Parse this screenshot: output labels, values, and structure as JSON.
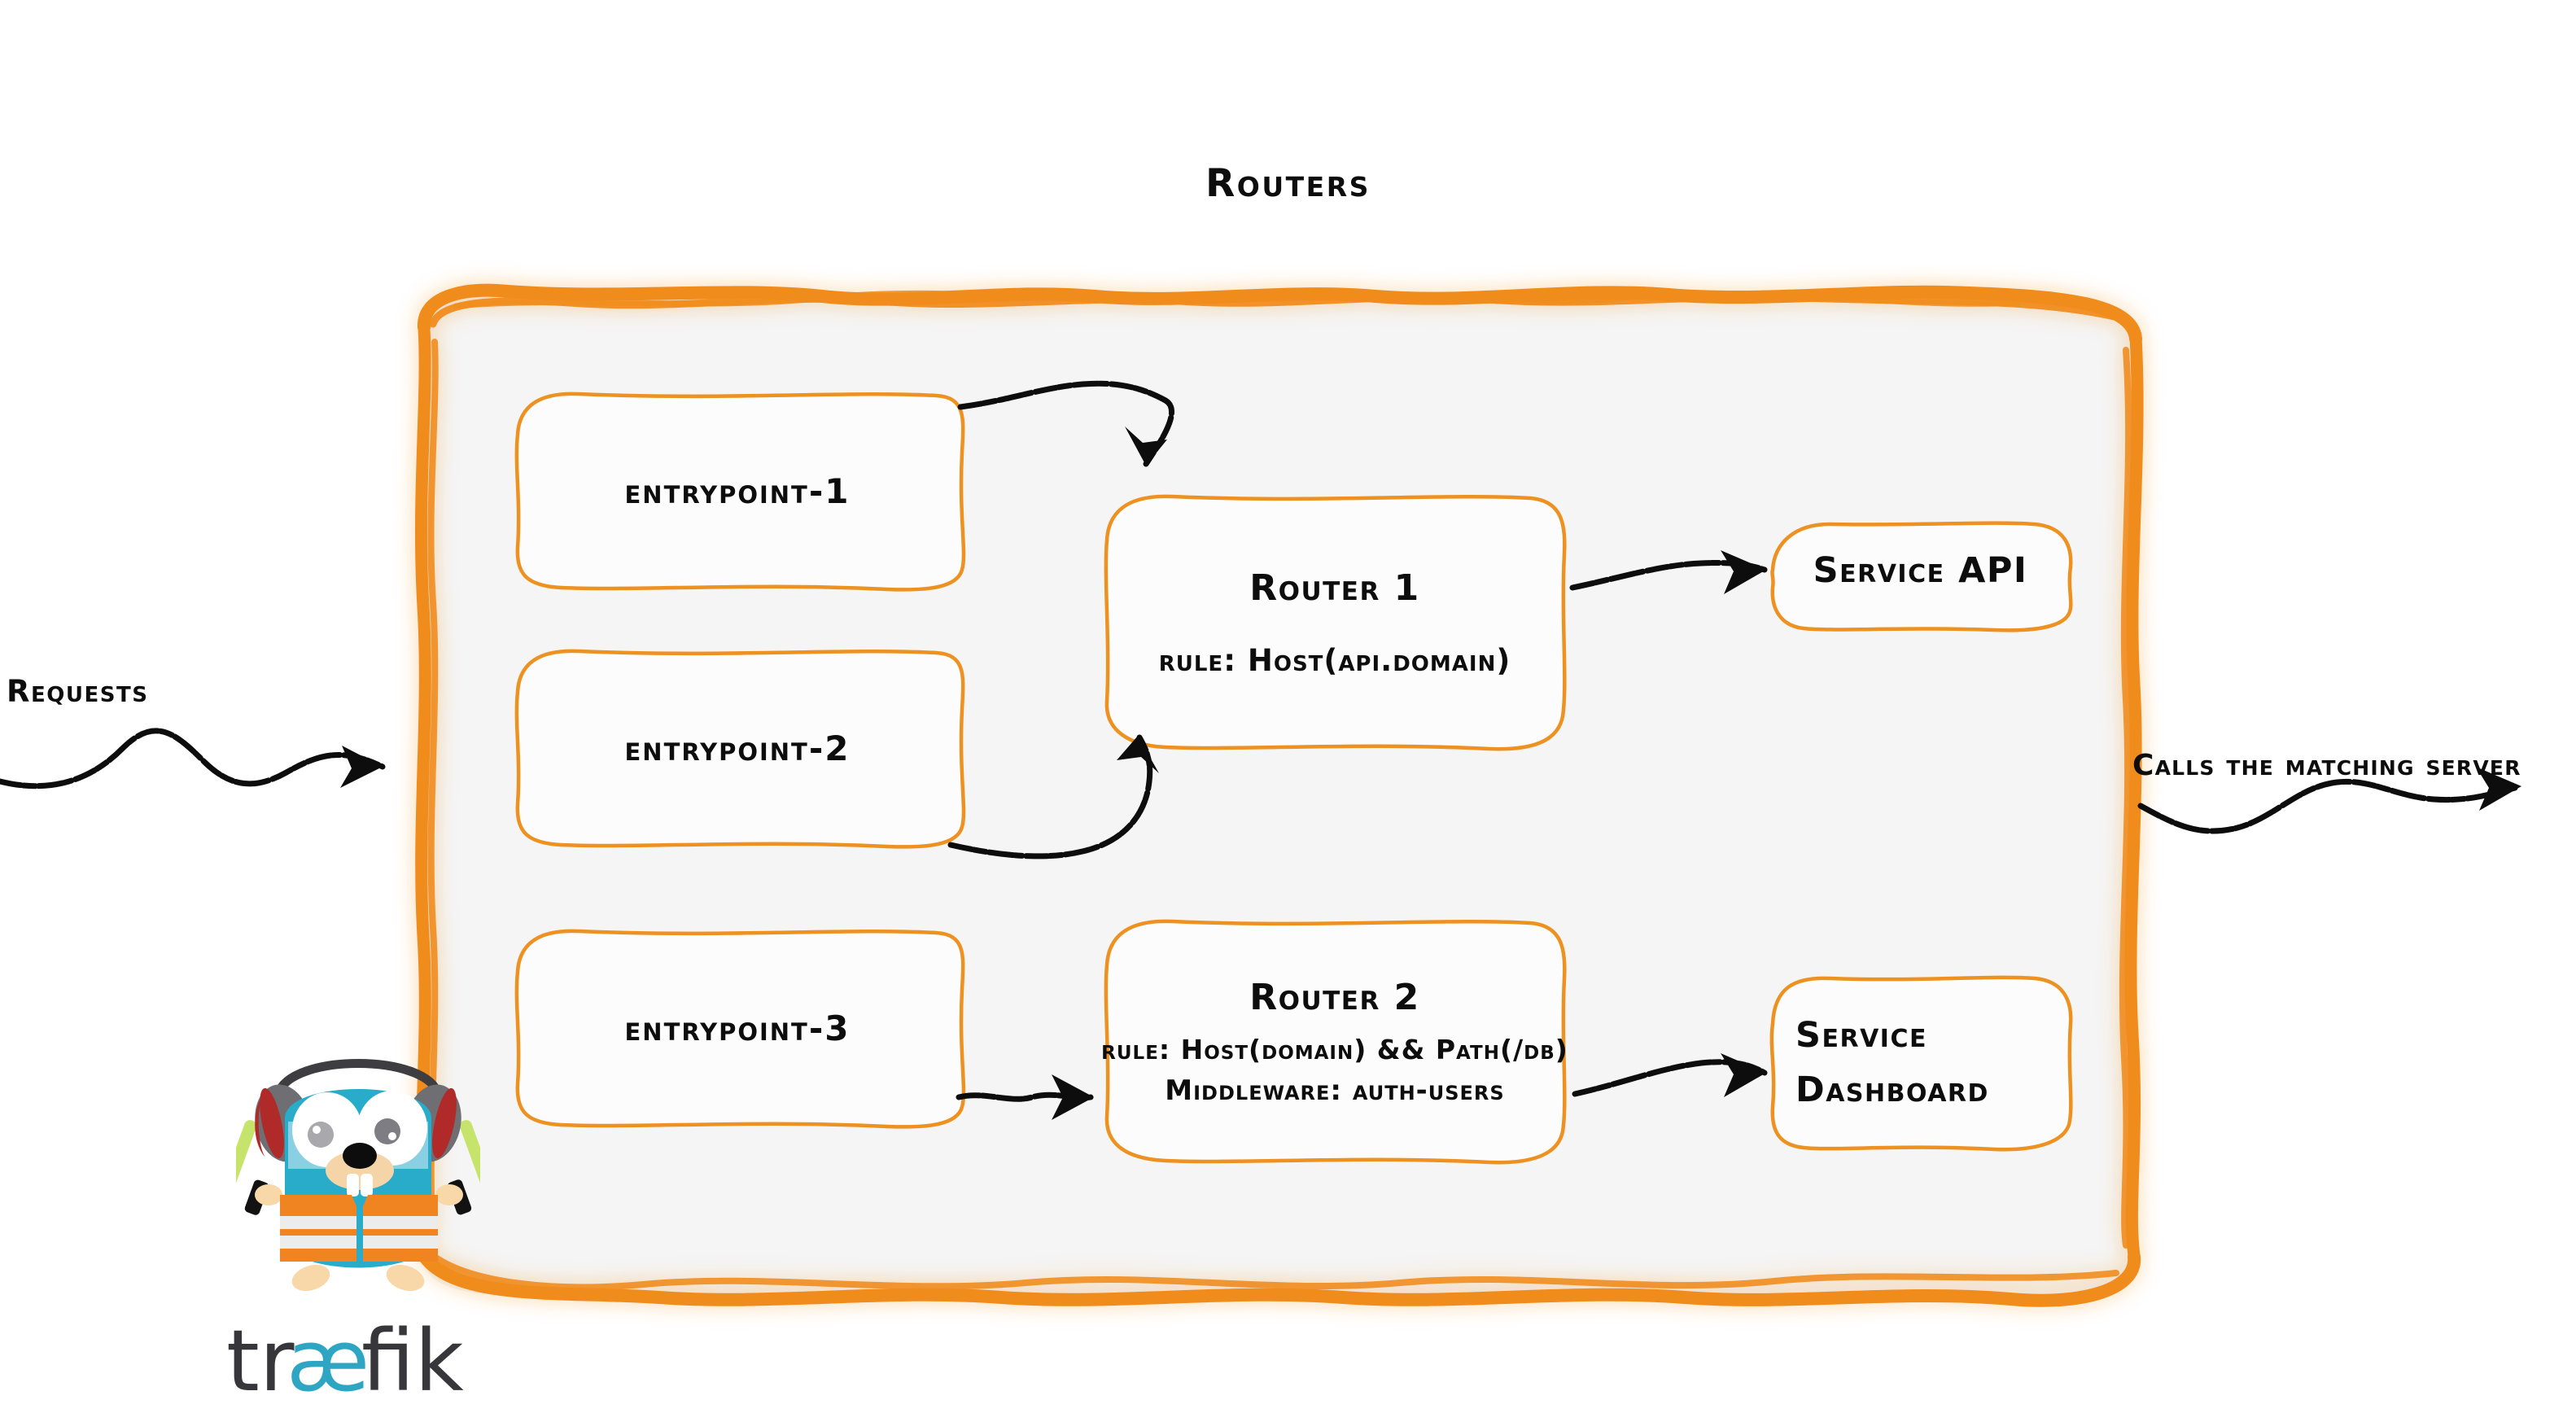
{
  "title": "Routers",
  "theme": {
    "accent_orange": "#F08C1E",
    "panel_fill": "#F5F5F5",
    "node_fill": "#FCFCFC",
    "ink_black": "#0D0D0D",
    "gopher_blue": "#29ABCA",
    "vest_orange": "#F08421",
    "logo_dark": "#37373B",
    "logo_cyan": "#2FA5C4"
  },
  "entrypoints": [
    {
      "id": "entrypoint-1",
      "label": "entrypoint-1"
    },
    {
      "id": "entrypoint-2",
      "label": "entrypoint-2"
    },
    {
      "id": "entrypoint-3",
      "label": "entrypoint-3"
    }
  ],
  "routers": [
    {
      "id": "router-1",
      "title": "Router 1",
      "rule": "rule: Host(api.domain)"
    },
    {
      "id": "router-2",
      "title": "Router 2",
      "rule": "rule: Host(domain) && Path(/db)",
      "middleware": "Middleware: auth-users"
    }
  ],
  "services": [
    {
      "id": "service-api",
      "label": "Service API"
    },
    {
      "id": "service-dashboard",
      "line1": "Service",
      "line2": "Dashboard"
    }
  ],
  "flow_labels": {
    "ingress": "Requests",
    "egress": "Calls the matching server"
  },
  "branding": {
    "wordmark_prefix": "tr",
    "wordmark_ligature": "æ",
    "wordmark_suffix": "fik",
    "mascot": "traefik-gopher-mascot"
  }
}
